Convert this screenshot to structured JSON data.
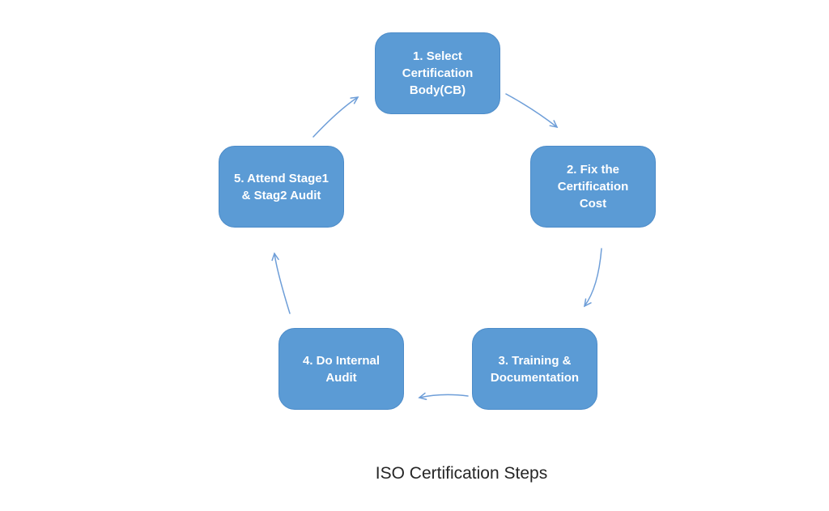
{
  "diagram": {
    "title": "ISO Certification Steps",
    "steps": [
      {
        "id": 1,
        "label": "1. Select\nCertification\nBody(CB)"
      },
      {
        "id": 2,
        "label": "2. Fix the\nCertification\nCost"
      },
      {
        "id": 3,
        "label": "3. Training &\nDocumentation"
      },
      {
        "id": 4,
        "label": "4. Do Internal\nAudit"
      },
      {
        "id": 5,
        "label": "5. Attend Stage1\n& Stag2 Audit"
      }
    ],
    "arrows": [
      {
        "from": 5,
        "to": 1
      },
      {
        "from": 1,
        "to": 2
      },
      {
        "from": 2,
        "to": 3
      },
      {
        "from": 3,
        "to": 4
      },
      {
        "from": 4,
        "to": 5
      }
    ]
  },
  "colors": {
    "box_fill": "#5b9bd5",
    "box_edge": "#4d8cc9",
    "box_text": "#ffffff",
    "arrow": "#6e9ed8",
    "title_color": "#262626",
    "bg": "#ffffff"
  }
}
